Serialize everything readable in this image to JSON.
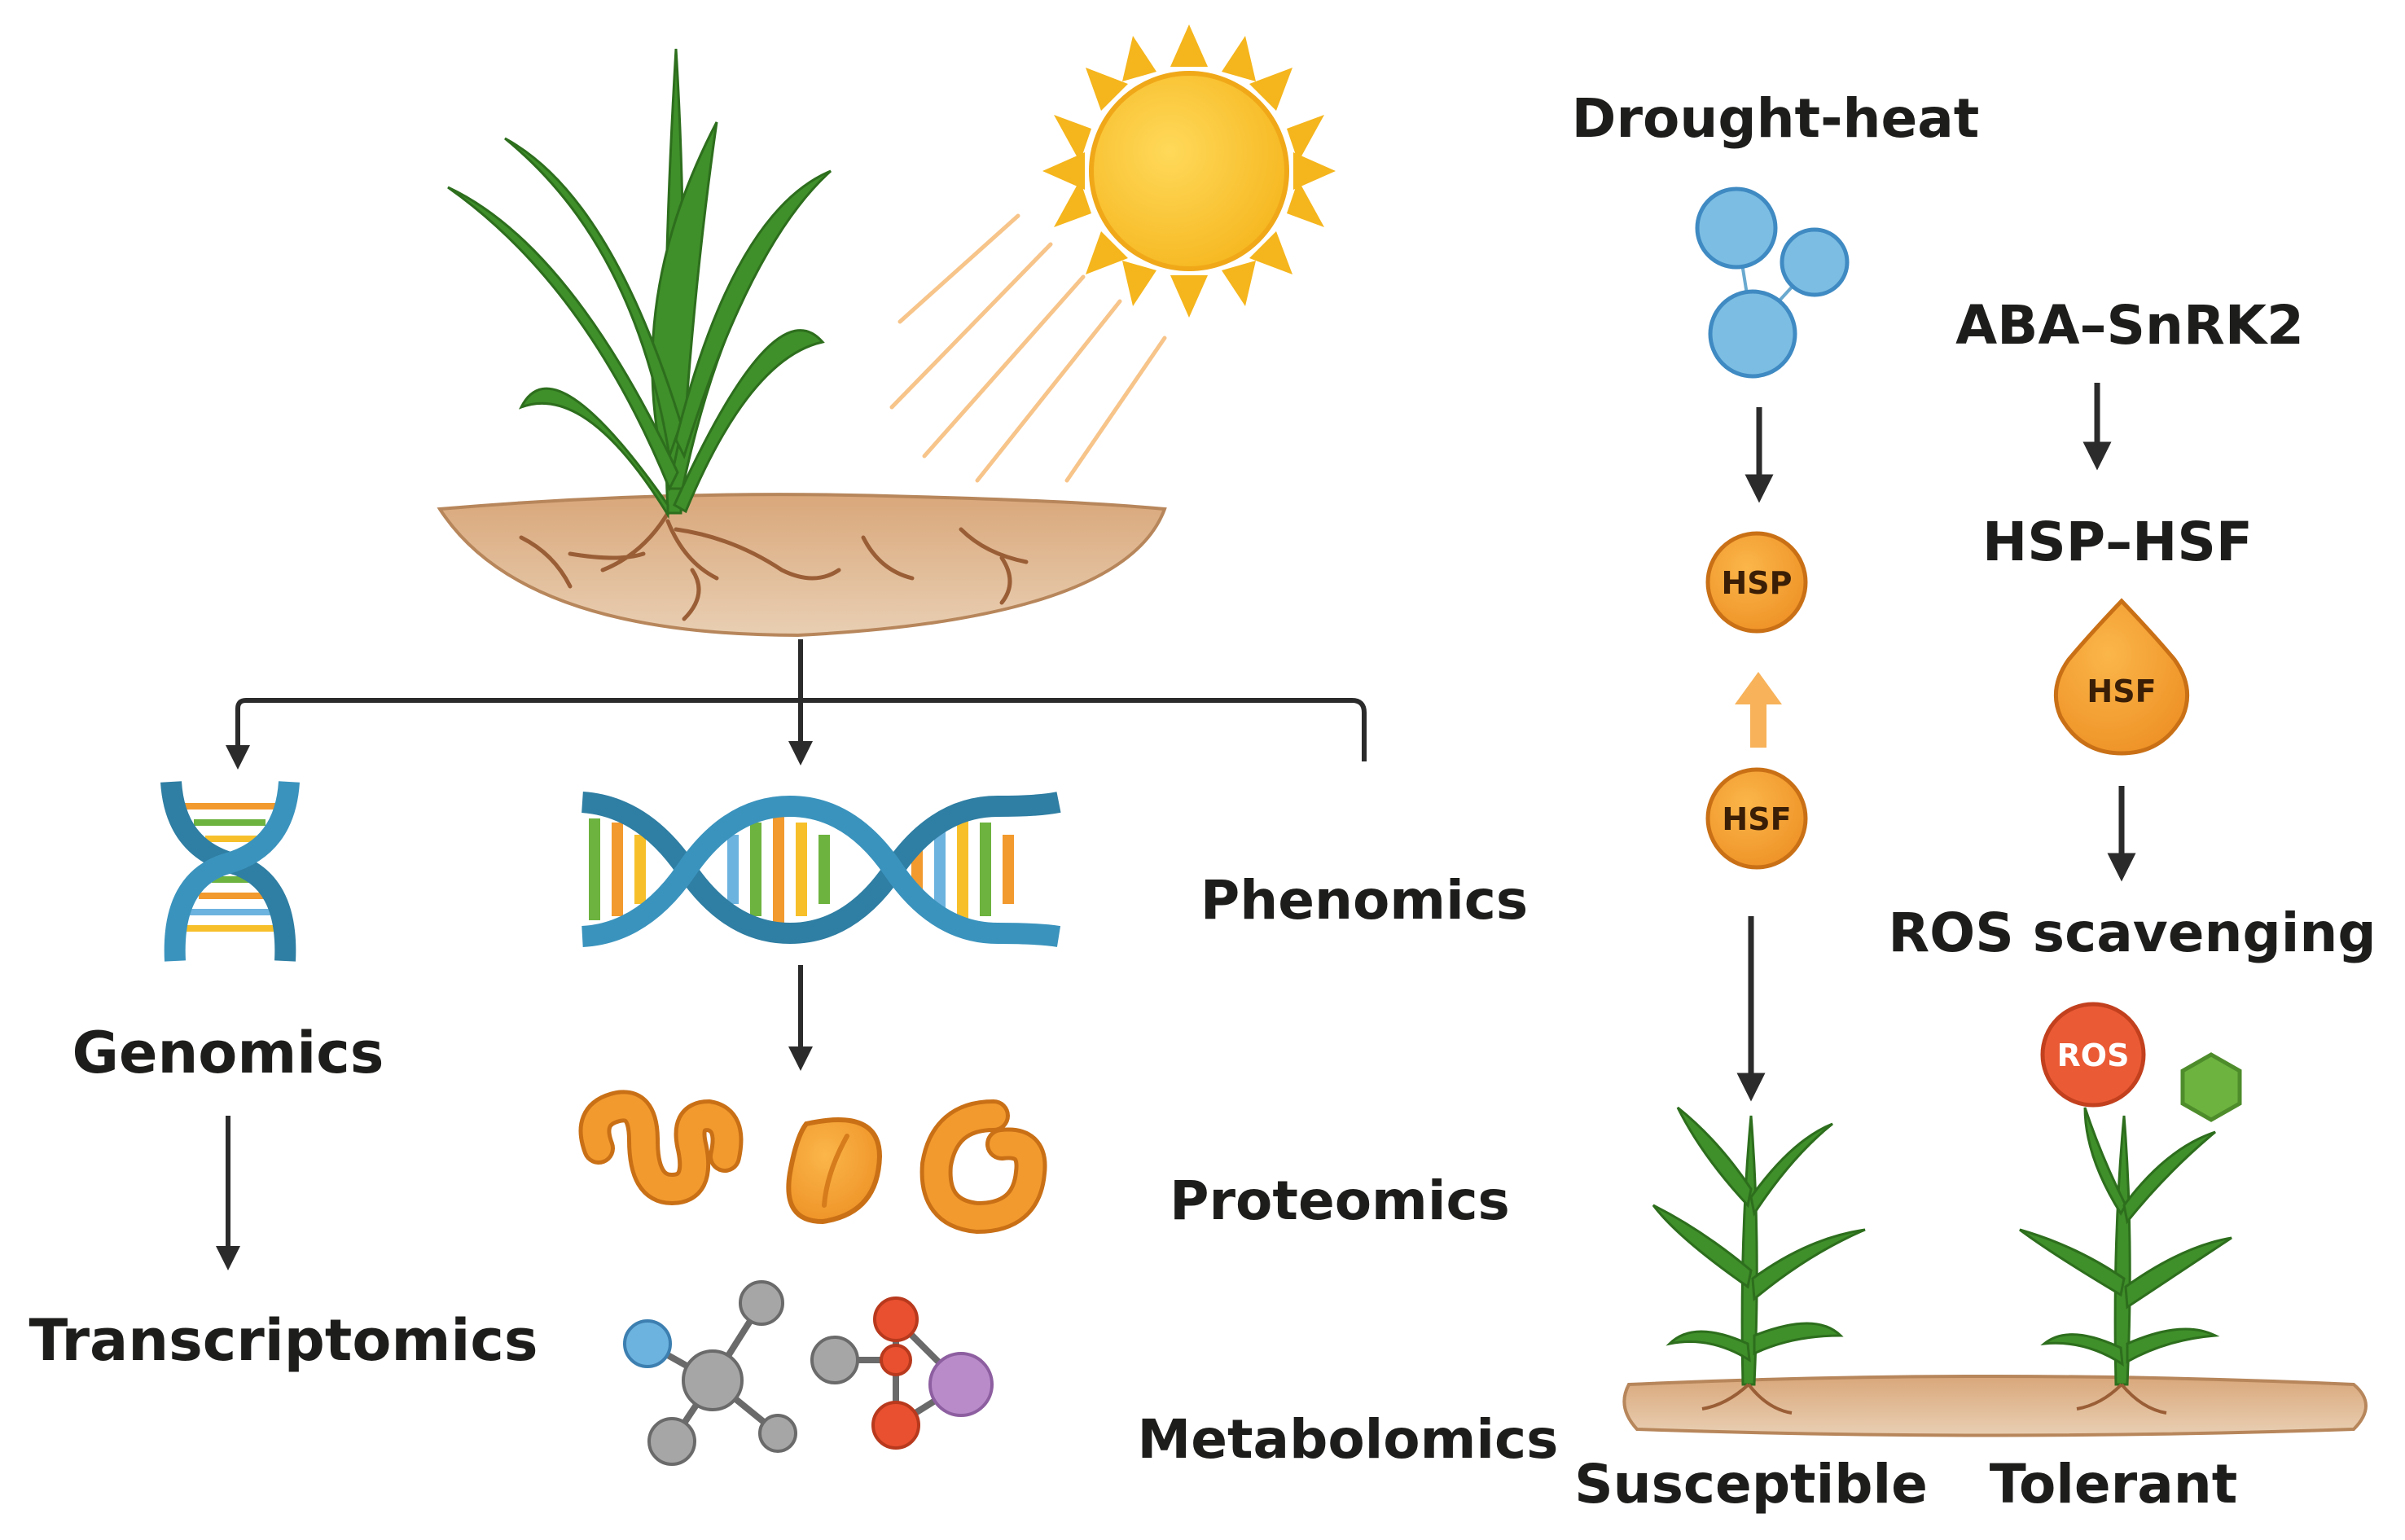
{
  "labels": {
    "genomics": "Genomics",
    "transcriptomics": "Transcriptomics",
    "phenomics": "Phenomics",
    "proteomics": "Proteomics",
    "metabolomics": "Metabolomics",
    "drought_heat": "Drought-heat",
    "aba_snrk2": "ABA–SnRK2",
    "hsp_hsf": "HSP–HSF",
    "ros_scavenging": "ROS scavenging",
    "susceptible": "Susceptible",
    "tolerant": "Tolerant"
  },
  "chips": {
    "hsp": "HSP",
    "hsf_left": "HSF",
    "hsf_right": "HSF",
    "ros": "ROS"
  },
  "colors": {
    "leaf_green": "#3f8f2a",
    "soil_brown": "#c9976a",
    "sun_yellow": "#f7c02b",
    "dna_blue": "#2f7ea3",
    "protein_orange": "#f29a2e",
    "ros_red": "#e8502f",
    "hex_green": "#6db33f",
    "molecule_blue": "#6db3df",
    "arrow_dark": "#2b2b2b"
  }
}
